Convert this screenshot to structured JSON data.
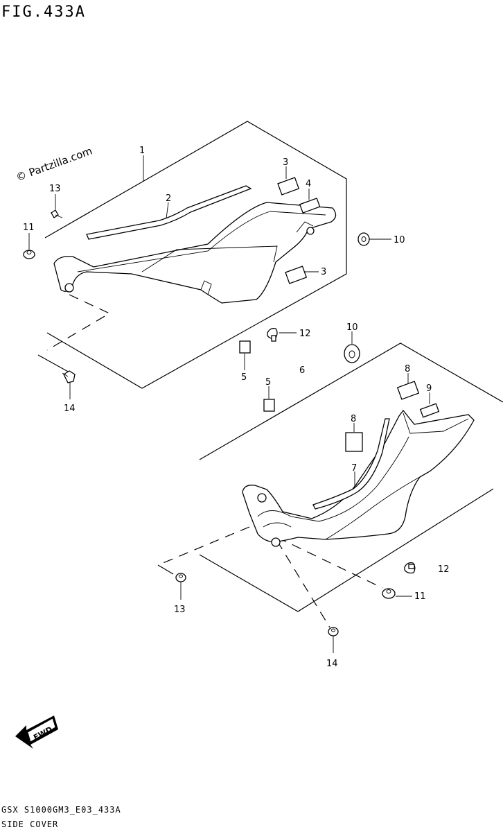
{
  "header": {
    "figure_title": "FIG.433A"
  },
  "watermark": {
    "text": "© Partzilla.com"
  },
  "callouts": [
    {
      "id": "c1",
      "text": "1"
    },
    {
      "id": "c2",
      "text": "2"
    },
    {
      "id": "c3a",
      "text": "3"
    },
    {
      "id": "c3b",
      "text": "3"
    },
    {
      "id": "c4",
      "text": "4"
    },
    {
      "id": "c5a",
      "text": "5"
    },
    {
      "id": "c5b",
      "text": "5"
    },
    {
      "id": "c6",
      "text": "6"
    },
    {
      "id": "c7",
      "text": "7"
    },
    {
      "id": "c8a",
      "text": "8"
    },
    {
      "id": "c8b",
      "text": "8"
    },
    {
      "id": "c9",
      "text": "9"
    },
    {
      "id": "c10a",
      "text": "10"
    },
    {
      "id": "c10b",
      "text": "10"
    },
    {
      "id": "c11a",
      "text": "11"
    },
    {
      "id": "c11b",
      "text": "11"
    },
    {
      "id": "c12a",
      "text": "12"
    },
    {
      "id": "c12b",
      "text": "12"
    },
    {
      "id": "c13a",
      "text": "13"
    },
    {
      "id": "c13b",
      "text": "13"
    },
    {
      "id": "c14a",
      "text": "14"
    },
    {
      "id": "c14b",
      "text": "14"
    }
  ],
  "fwd_arrow": {
    "text": "FWD"
  },
  "footer": {
    "drawing_code": "GSX S1000GM3_E03_433A",
    "section_name": "SIDE COVER"
  }
}
